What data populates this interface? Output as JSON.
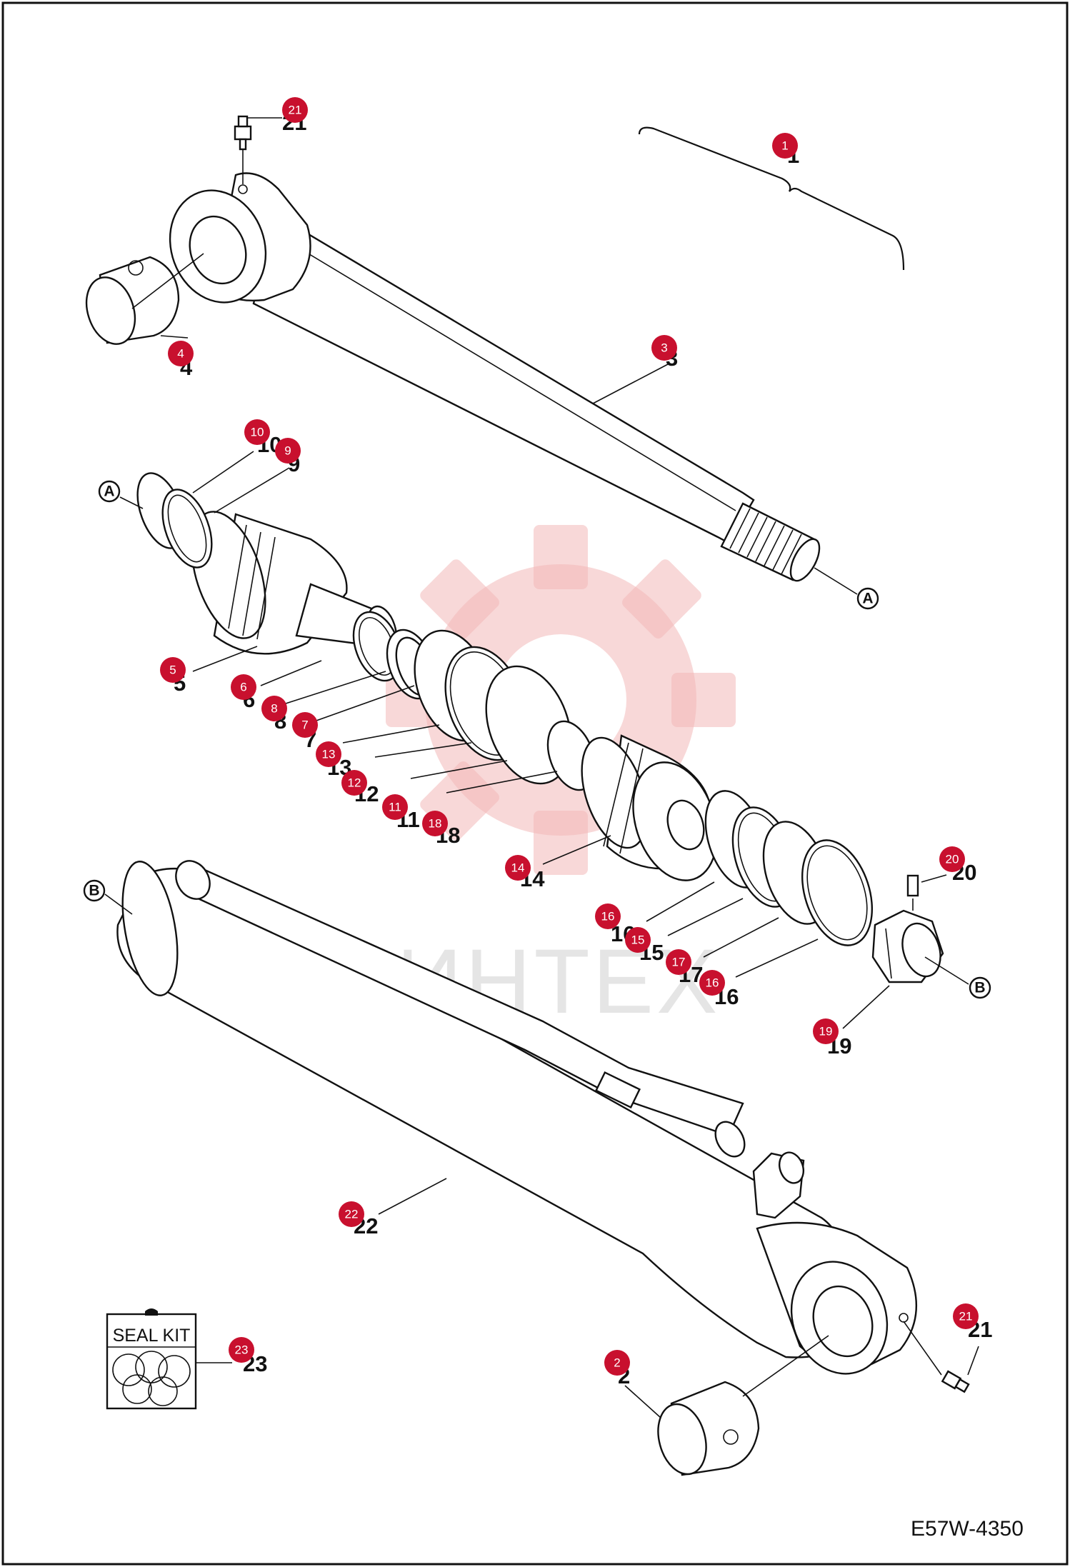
{
  "watermark_text": "ИНТЕХ",
  "drawing_code": "E57W-4350",
  "seal_kit_label": "SEAL KIT",
  "colors": {
    "badge": "#c8102e",
    "line": "#111111",
    "watermark": "#f2b8b8"
  },
  "ref_markers": {
    "a": "A",
    "b": "B"
  },
  "parts": [
    {
      "no": "21"
    },
    {
      "no": "1"
    },
    {
      "no": "4"
    },
    {
      "no": "3"
    },
    {
      "no": "10"
    },
    {
      "no": "9"
    },
    {
      "no": "5"
    },
    {
      "no": "6"
    },
    {
      "no": "8"
    },
    {
      "no": "7"
    },
    {
      "no": "13"
    },
    {
      "no": "12"
    },
    {
      "no": "11"
    },
    {
      "no": "18"
    },
    {
      "no": "14"
    },
    {
      "no": "16"
    },
    {
      "no": "15"
    },
    {
      "no": "17"
    },
    {
      "no": "16"
    },
    {
      "no": "20"
    },
    {
      "no": "19"
    },
    {
      "no": "22"
    },
    {
      "no": "21"
    },
    {
      "no": "2"
    },
    {
      "no": "23"
    }
  ]
}
